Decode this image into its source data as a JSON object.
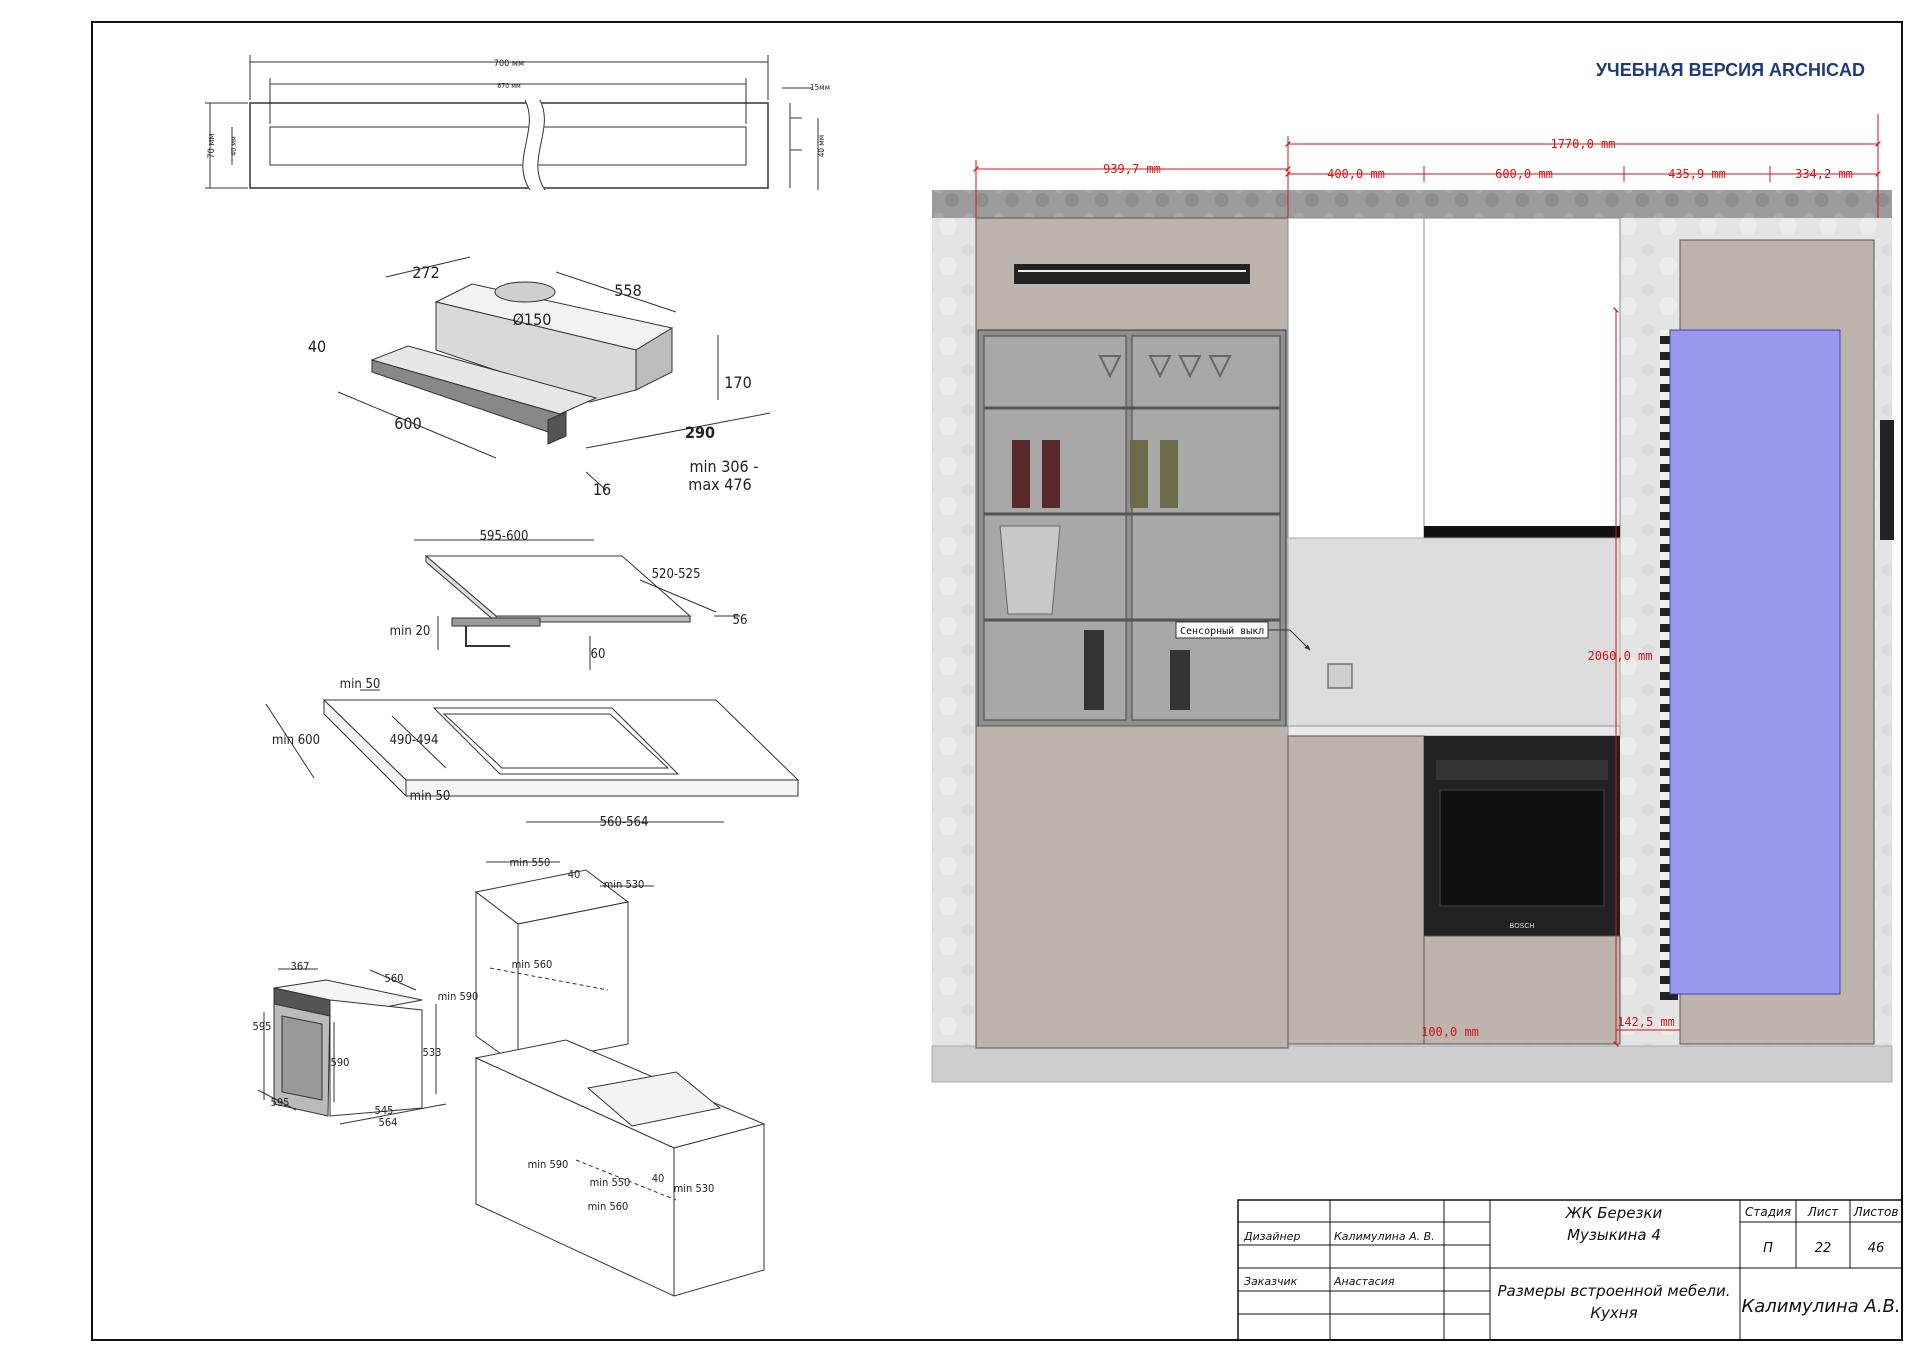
{
  "watermark": "УЧЕБНАЯ ВЕРСИЯ ARCHICAD",
  "hood_plan": {
    "overall": "700 мм",
    "inner": "670 мм",
    "height": "70 мм",
    "inner_height": "40 мм",
    "edge": "15мм",
    "edge_height": "40 мм"
  },
  "hood_3d": {
    "d272": "272",
    "d558": "558",
    "d150": "Ø150",
    "d40": "40",
    "d170": "170",
    "d600": "600",
    "d290": "290",
    "d16": "16",
    "extension": [
      "min 306 -",
      "max 476"
    ]
  },
  "hob": {
    "width": "595-600",
    "depth": "520-525",
    "thickness": "56",
    "min20": "min 20",
    "d60": "60"
  },
  "countertop": {
    "min50_top": "min 50",
    "min600": "min 600",
    "cutout_depth": "490-494",
    "min50_bottom": "min 50",
    "cutout_width": "560-564"
  },
  "oven": {
    "d367": "367",
    "d560": "560",
    "d595a": "595",
    "d590": "590",
    "d533": "533",
    "d595b": "595",
    "d545": "545",
    "d564": "564"
  },
  "niche": {
    "min550": "min 550",
    "d40": "40",
    "min530": "min 530",
    "min560": "min 560",
    "min590": "min 590",
    "min590b": "min 590",
    "min550b": "min 550",
    "d40b": "40",
    "min530b": "min 530",
    "min560b": "min 560"
  },
  "elevation": {
    "total": "1770,0 mm",
    "left": "939,7 mm",
    "segments": [
      "400,0 mm",
      "600,0 mm",
      "435,9 mm",
      "334,2 mm"
    ],
    "height": "2060,0 mm",
    "plinth_a": "100,0 mm",
    "plinth_b": "142,5 mm",
    "callout": "Сенсорный выкл",
    "oven_brand": "BOSCH"
  },
  "title_block": {
    "designer_label": "Дизайнер",
    "designer": "Калимулина А. В.",
    "client_label": "Заказчик",
    "client": "Анастасия",
    "project_line1": "ЖК Березки",
    "project_line2": "Музыкина 4",
    "sheet_title_1": "Размеры встроенной мебели.",
    "sheet_title_2": "Кухня",
    "stage_label": "Стадия",
    "sheet_label": "Лист",
    "sheets_label": "Листов",
    "stage": "П",
    "sheet": "22",
    "sheets": "46",
    "author": "Калимулина А.В."
  },
  "colors": {
    "dimension": "#d01515",
    "cabinet": "#bdb5ad",
    "fridge": "#9999ee",
    "wall": "#e6e6e6",
    "watermark": "#1f3a7a"
  }
}
